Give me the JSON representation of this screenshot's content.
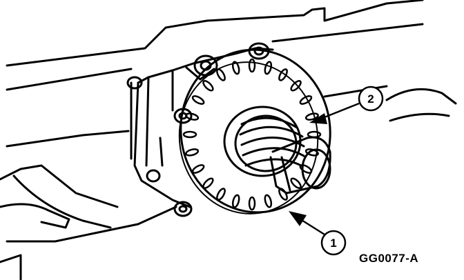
{
  "figure": {
    "id_label": "GG0077-A",
    "callouts": [
      {
        "number": "1"
      },
      {
        "number": "2"
      }
    ]
  },
  "colors": {
    "ink": "#000000",
    "paper": "#ffffff"
  }
}
